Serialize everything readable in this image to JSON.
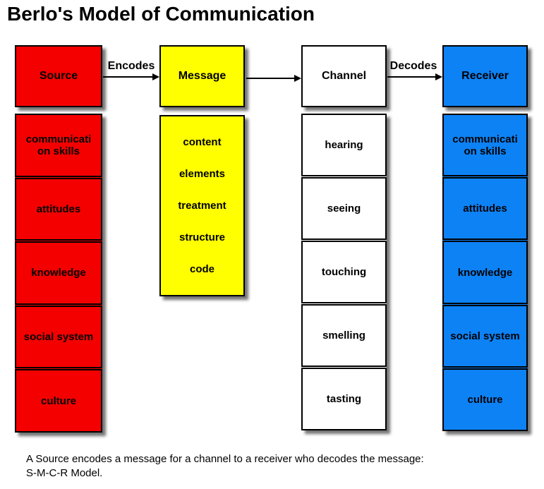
{
  "title": "Berlo's Model of Communication",
  "columns": [
    {
      "header": "Source",
      "color": "#f40000",
      "items": [
        "communicati\non skills",
        "attitudes",
        "knowledge",
        "social system",
        "culture"
      ]
    },
    {
      "header": "Message",
      "color": "#ffff00",
      "items": [
        "content",
        "elements",
        "treatment",
        "structure",
        "code"
      ]
    },
    {
      "header": "Channel",
      "color": "#ffffff",
      "items": [
        "hearing",
        "seeing",
        "touching",
        "smelling",
        "tasting"
      ]
    },
    {
      "header": "Receiver",
      "color": "#0d82f5",
      "items": [
        "communicati\non skills",
        "attitudes",
        "knowledge",
        "social system",
        "culture"
      ]
    }
  ],
  "arrows": [
    {
      "label": "Encodes"
    },
    {
      "label": ""
    },
    {
      "label": "Decodes"
    }
  ],
  "caption": "A Source encodes a message for a channel to a receiver who decodes the message:\nS-M-C-R Model."
}
